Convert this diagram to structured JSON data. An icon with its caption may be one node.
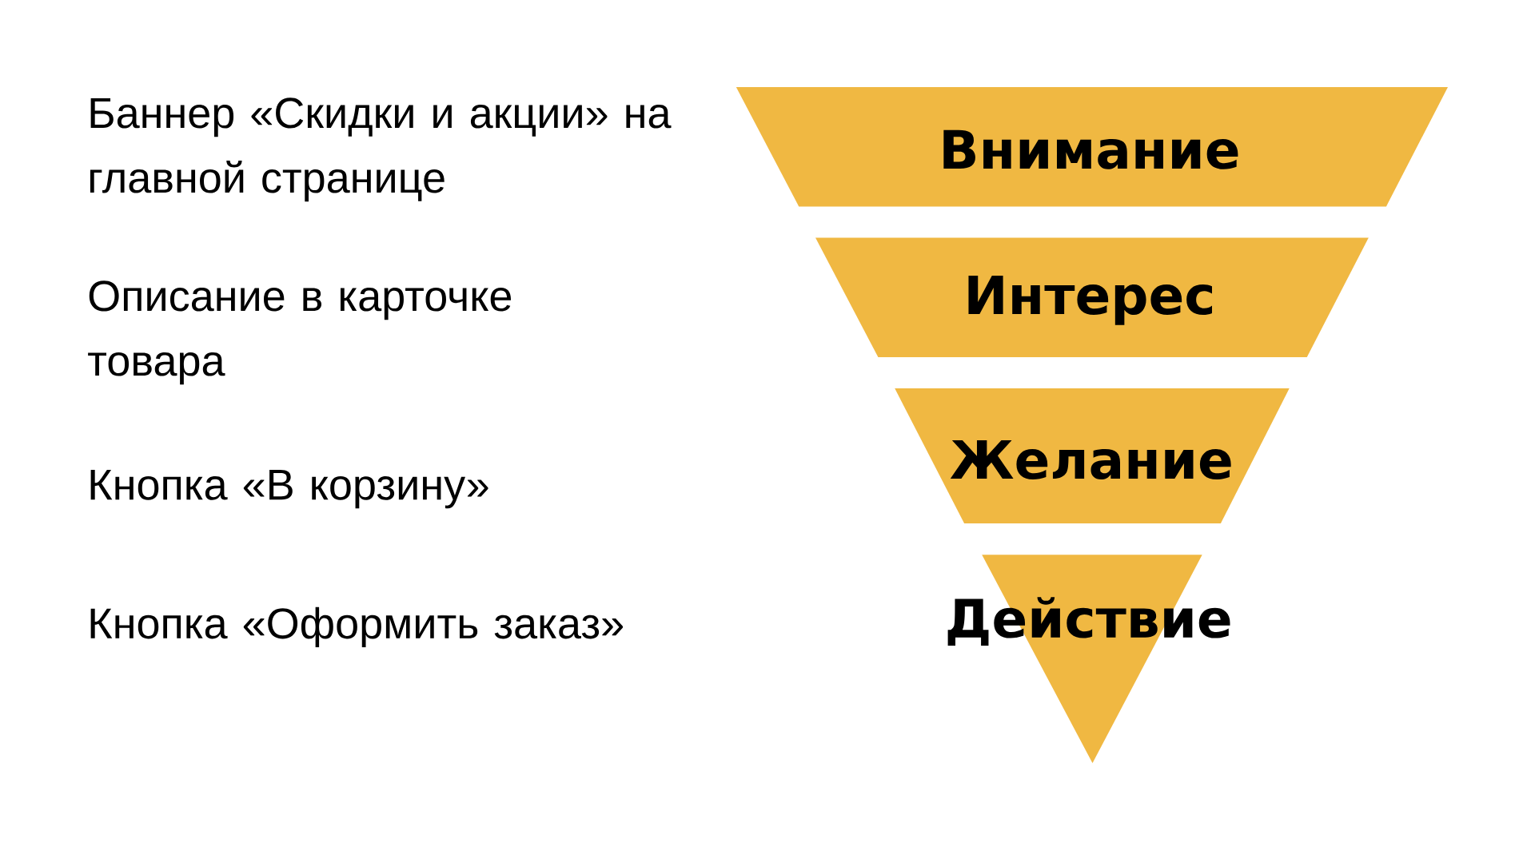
{
  "diagram": {
    "nodes": [
      {
        "text": [
          "Внимание"
        ]
      },
      {
        "text": [
          "Интерес"
        ]
      },
      {
        "text": [
          "Желание"
        ]
      },
      {
        "text": [
          "Действие"
        ]
      }
    ],
    "labels": [
      "Баннер «Скидки и акции» на главной странице",
      "Описание в карточке товара",
      "Кнопка «В корзину»",
      "Кнопка «Оформить заказ»"
    ]
  }
}
